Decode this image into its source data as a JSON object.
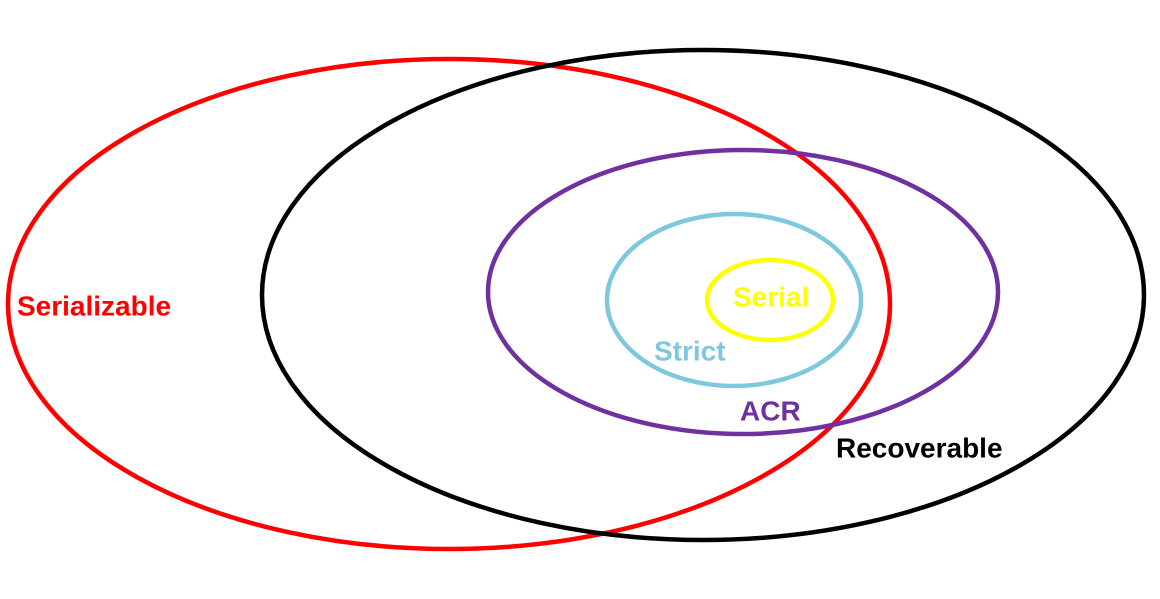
{
  "sets": {
    "serializable": {
      "label": "Serializable",
      "color": "#ff0000"
    },
    "recoverable": {
      "label": "Recoverable",
      "color": "#000000"
    },
    "acr": {
      "label": "ACR",
      "color": "#7030a0"
    },
    "strict": {
      "label": "Strict",
      "color": "#7ec8df"
    },
    "serial": {
      "label": "Serial",
      "color": "#ffff00"
    }
  }
}
